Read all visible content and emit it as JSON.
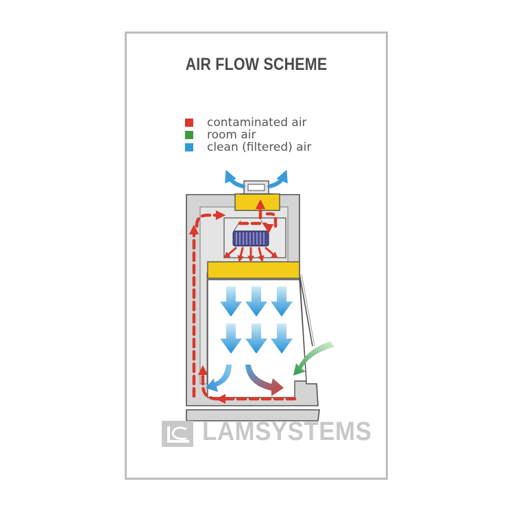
{
  "title": "AIR FLOW SCHEME",
  "legend": [
    {
      "label": "contaminated air",
      "color": "#d7392b"
    },
    {
      "label": "room air",
      "color": "#3f9a3f"
    },
    {
      "label": "clean (filtered) air",
      "color": "#2f9ad8"
    }
  ],
  "logo": {
    "text": "LAMSYSTEMS",
    "icon": "lamsystems-logo-icon"
  },
  "colors": {
    "cabinet": "#d4d4d4",
    "outline": "#505050",
    "filter_yellow": "#f3cc1a",
    "filter_media": "#4a4a8c"
  }
}
